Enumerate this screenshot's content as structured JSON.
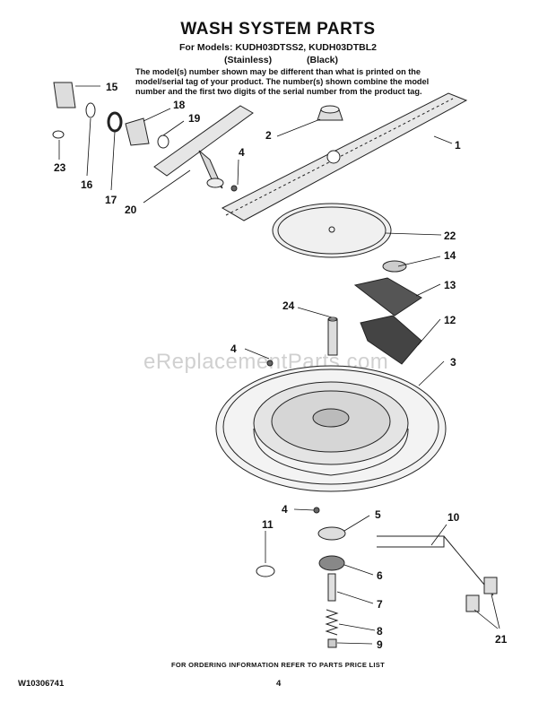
{
  "header": {
    "title": "WASH SYSTEM PARTS",
    "models": "For Models: KUDH03DTSS2, KUDH03DTBL2",
    "variant_stainless": "(Stainless)",
    "variant_black": "(Black)",
    "note": "The model(s) number shown may be different than what is printed on the model/serial tag of your product. The number(s) shown combine the model number and the first two digits of the serial number from the product tag."
  },
  "footer": {
    "ordering": "FOR ORDERING INFORMATION REFER TO PARTS PRICE LIST",
    "doc_number": "W10306741",
    "page_number": "4"
  },
  "watermark": "eReplacementParts.com",
  "callouts": {
    "c1": "1",
    "c2": "2",
    "c3": "3",
    "c4a": "4",
    "c4b": "4",
    "c4c": "4",
    "c5": "5",
    "c6": "6",
    "c7": "7",
    "c8": "8",
    "c9": "9",
    "c10": "10",
    "c11": "11",
    "c12": "12",
    "c13": "13",
    "c14": "14",
    "c15": "15",
    "c16": "16",
    "c17": "17",
    "c18": "18",
    "c19": "19",
    "c20": "20",
    "c21": "21",
    "c22": "22",
    "c23": "23",
    "c24": "24"
  }
}
